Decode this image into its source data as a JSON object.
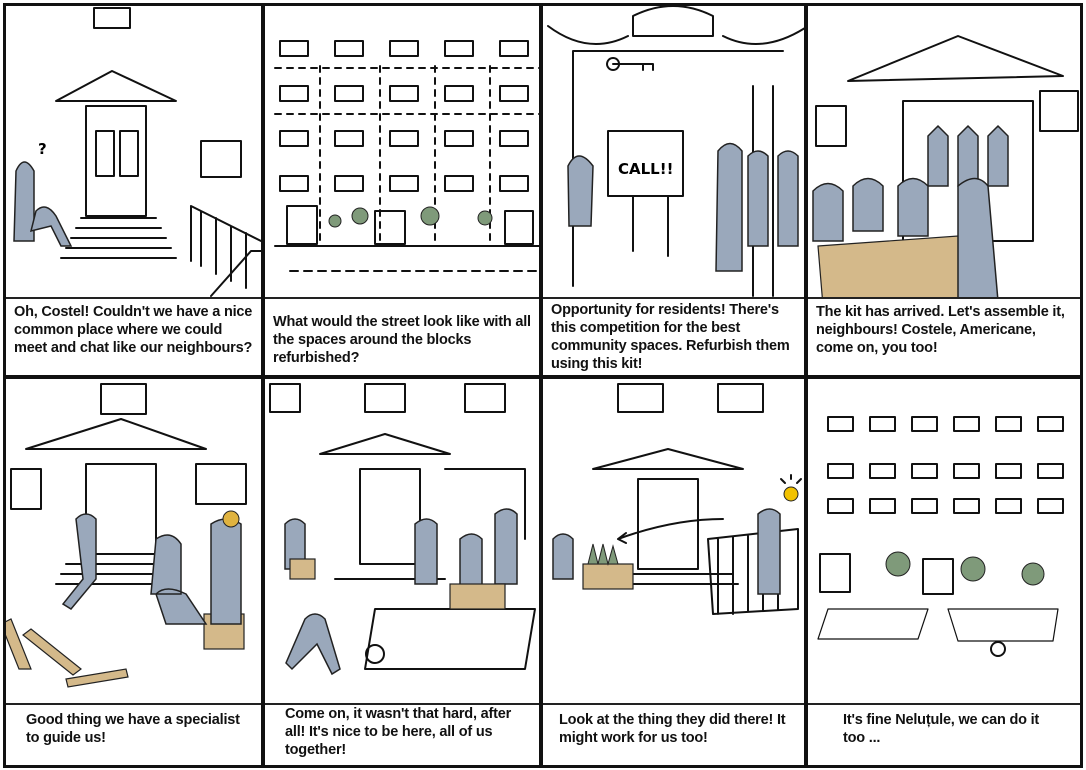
{
  "comic": {
    "panels": [
      {
        "caption": "Oh, Costel! Couldn't we have a nice common place where we could meet and chat like our neighbours?",
        "speech_mark": "?"
      },
      {
        "caption": "What would the street look like with all the spaces around the blocks refurbished?"
      },
      {
        "caption": "Opportunity for residents! There's this competition for the best community spaces. Refurbish them using this kit!",
        "sign_text": "CALL!!"
      },
      {
        "caption": "The kit has arrived. Let's assemble it, neighbours! Costele, Americane, come on, you too!"
      },
      {
        "caption": "Good thing we have a specialist to guide us!"
      },
      {
        "caption": "Come on, it wasn't that hard, after all! It's nice to be here, all of us together!"
      },
      {
        "caption": "Look at the thing they did there! It might work for us too!",
        "icon": "lightbulb-icon"
      },
      {
        "caption": "It's fine Neluțule, we can do it too ..."
      }
    ]
  },
  "colors": {
    "figure": "#9aa8bb",
    "wood": "#d4b98a",
    "tree": "#7f9a7a",
    "bulb": "#f2c200"
  }
}
